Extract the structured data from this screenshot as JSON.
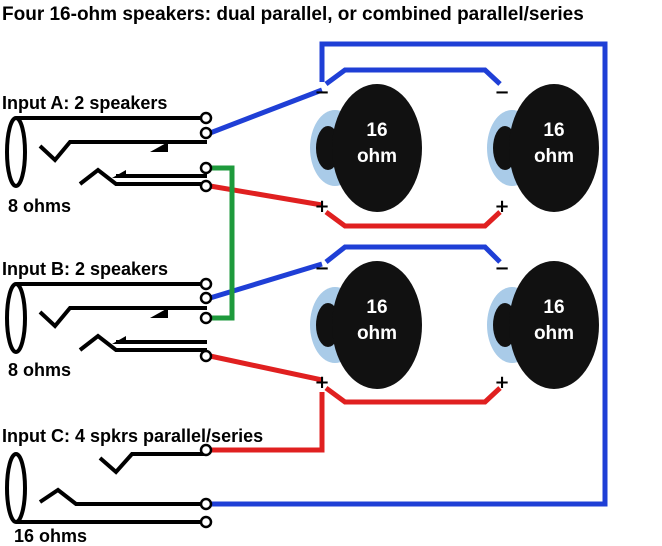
{
  "title": "Four 16-ohm speakers: dual parallel, or combined parallel/series",
  "inputs": [
    {
      "label": "Input A: 2 speakers",
      "impedance": "8 ohms"
    },
    {
      "label": "Input B: 2 speakers",
      "impedance": "8 ohms"
    },
    {
      "label": "Input C: 4 spkrs parallel/series",
      "impedance": "16 ohms"
    }
  ],
  "speaker": {
    "value": "16",
    "unit": "ohm"
  },
  "terminals": {
    "negative": "−",
    "positive": "+"
  },
  "colors": {
    "negative_wire": "#1f3fd6",
    "positive_wire": "#e02020",
    "link_wire": "#1e9a3c",
    "speaker_cone": "#111111",
    "speaker_rim": "#a9cbe8"
  }
}
